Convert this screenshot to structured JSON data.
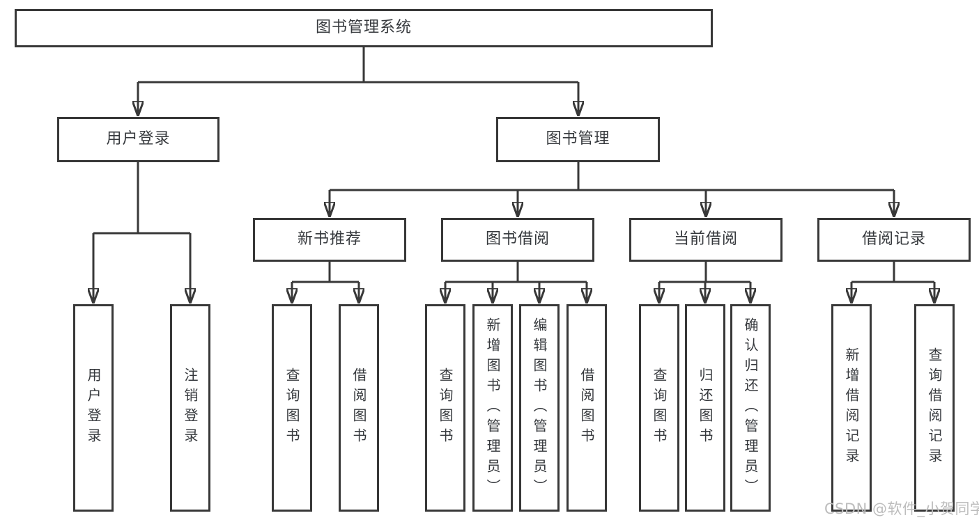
{
  "tree": {
    "root": "图书管理系统",
    "branches": [
      {
        "label": "用户登录",
        "leaves": [
          "用户登录",
          "注销登录"
        ]
      },
      {
        "label": "图书管理",
        "groups": [
          {
            "label": "新书推荐",
            "leaves": [
              "查询图书",
              "借阅图书"
            ]
          },
          {
            "label": "图书借阅",
            "leaves": [
              "查询图书",
              "新增图书（管理员）",
              "编辑图书（管理员）",
              "借阅图书"
            ]
          },
          {
            "label": "当前借阅",
            "leaves": [
              "查询图书",
              "归还图书",
              "确认归还（管理员）"
            ]
          },
          {
            "label": "借阅记录",
            "leaves": [
              "新增借阅记录",
              "查询借阅记录"
            ]
          }
        ]
      }
    ]
  },
  "watermark": {
    "text": "CSDN @软件_小贺同学"
  },
  "colors": {
    "line": "#383838",
    "text": "#36393d",
    "background": "#ffffff",
    "watermark": "#bdbdbd"
  }
}
